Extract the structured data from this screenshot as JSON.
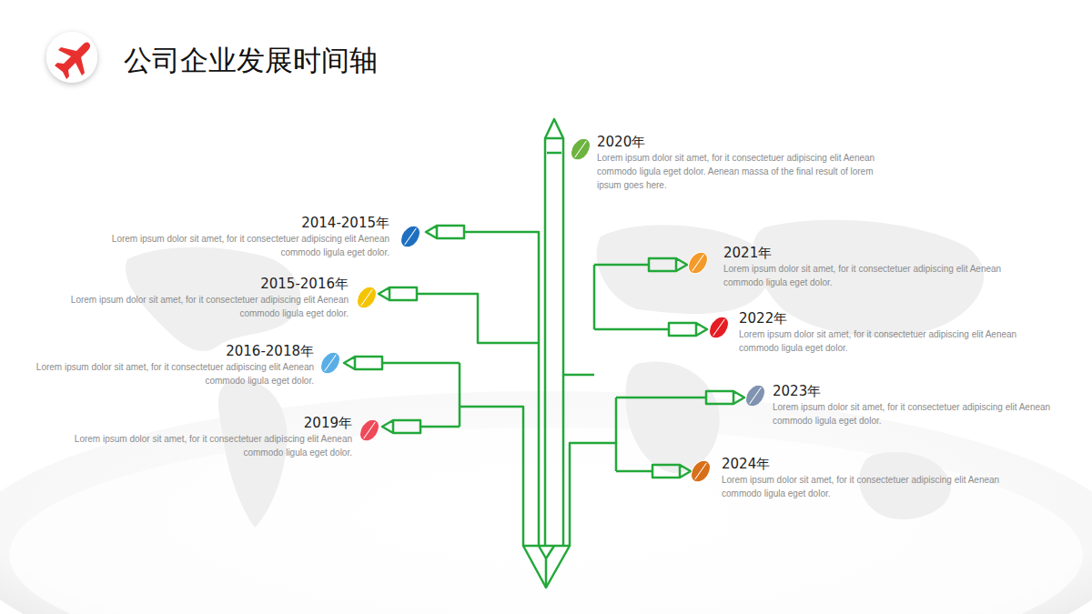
{
  "diagram": {
    "title": "公司企业发展时间轴",
    "nodes": [
      {
        "text": [
          "2020年",
          "Lorem ipsum dolor sit amet, for it consectetuer adipiscing elit Aenean commodo ligula eget dolor. Aenean massa of the final result of lorem ipsum goes here."
        ]
      },
      {
        "text": [
          "2014-2015年",
          "Lorem ipsum dolor sit amet, for it consectetuer adipiscing elit Aenean commodo ligula eget dolor."
        ]
      },
      {
        "text": [
          "2021年",
          "Lorem ipsum dolor sit amet, for it consectetuer adipiscing elit Aenean commodo ligula eget dolor."
        ]
      },
      {
        "text": [
          "2015-2016年",
          "Lorem ipsum dolor sit amet, for it consectetuer adipiscing elit Aenean commodo ligula eget dolor."
        ]
      },
      {
        "text": [
          "2022年",
          "Lorem ipsum dolor sit amet, for it consectetuer adipiscing elit Aenean commodo ligula eget dolor."
        ]
      },
      {
        "text": [
          "2016-2018年",
          "Lorem ipsum dolor sit amet, for it consectetuer adipiscing elit Aenean commodo ligula eget dolor."
        ]
      },
      {
        "text": [
          "2023年",
          "Lorem ipsum dolor sit amet, for it consectetuer adipiscing elit Aenean commodo ligula eget dolor."
        ]
      },
      {
        "text": [
          "2019年",
          "Lorem ipsum dolor sit amet, for it consectetuer adipiscing elit Aenean commodo ligula eget dolor."
        ]
      },
      {
        "text": [
          "2024年",
          "Lorem ipsum dolor sit amet, for it consectetuer adipiscing elit Aenean commodo ligula eget dolor."
        ]
      }
    ]
  }
}
